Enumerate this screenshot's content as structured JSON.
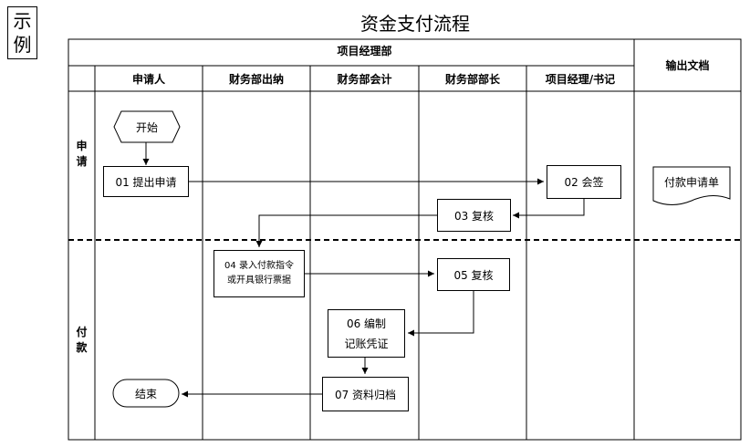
{
  "example_label": "示例",
  "title": "资金支付流程",
  "headers": {
    "group": "项目经理部",
    "output": "输出文档",
    "roles": [
      "申请人",
      "财务部出纳",
      "财务部会计",
      "财务部部长",
      "项目经理/书记"
    ]
  },
  "phases": {
    "apply": "申\n请",
    "pay": "付\n款"
  },
  "nodes": {
    "start": "开始",
    "step01": "01  提出申请",
    "step02": "02  会签",
    "step03": "03  复核",
    "step04": "04  录入付款指令\n或开具银行票据",
    "step05": "05  复核",
    "step06": "06  编制\n记账凭证",
    "step07": "07  资料归档",
    "end": "结束",
    "doc": "付款申请单"
  }
}
